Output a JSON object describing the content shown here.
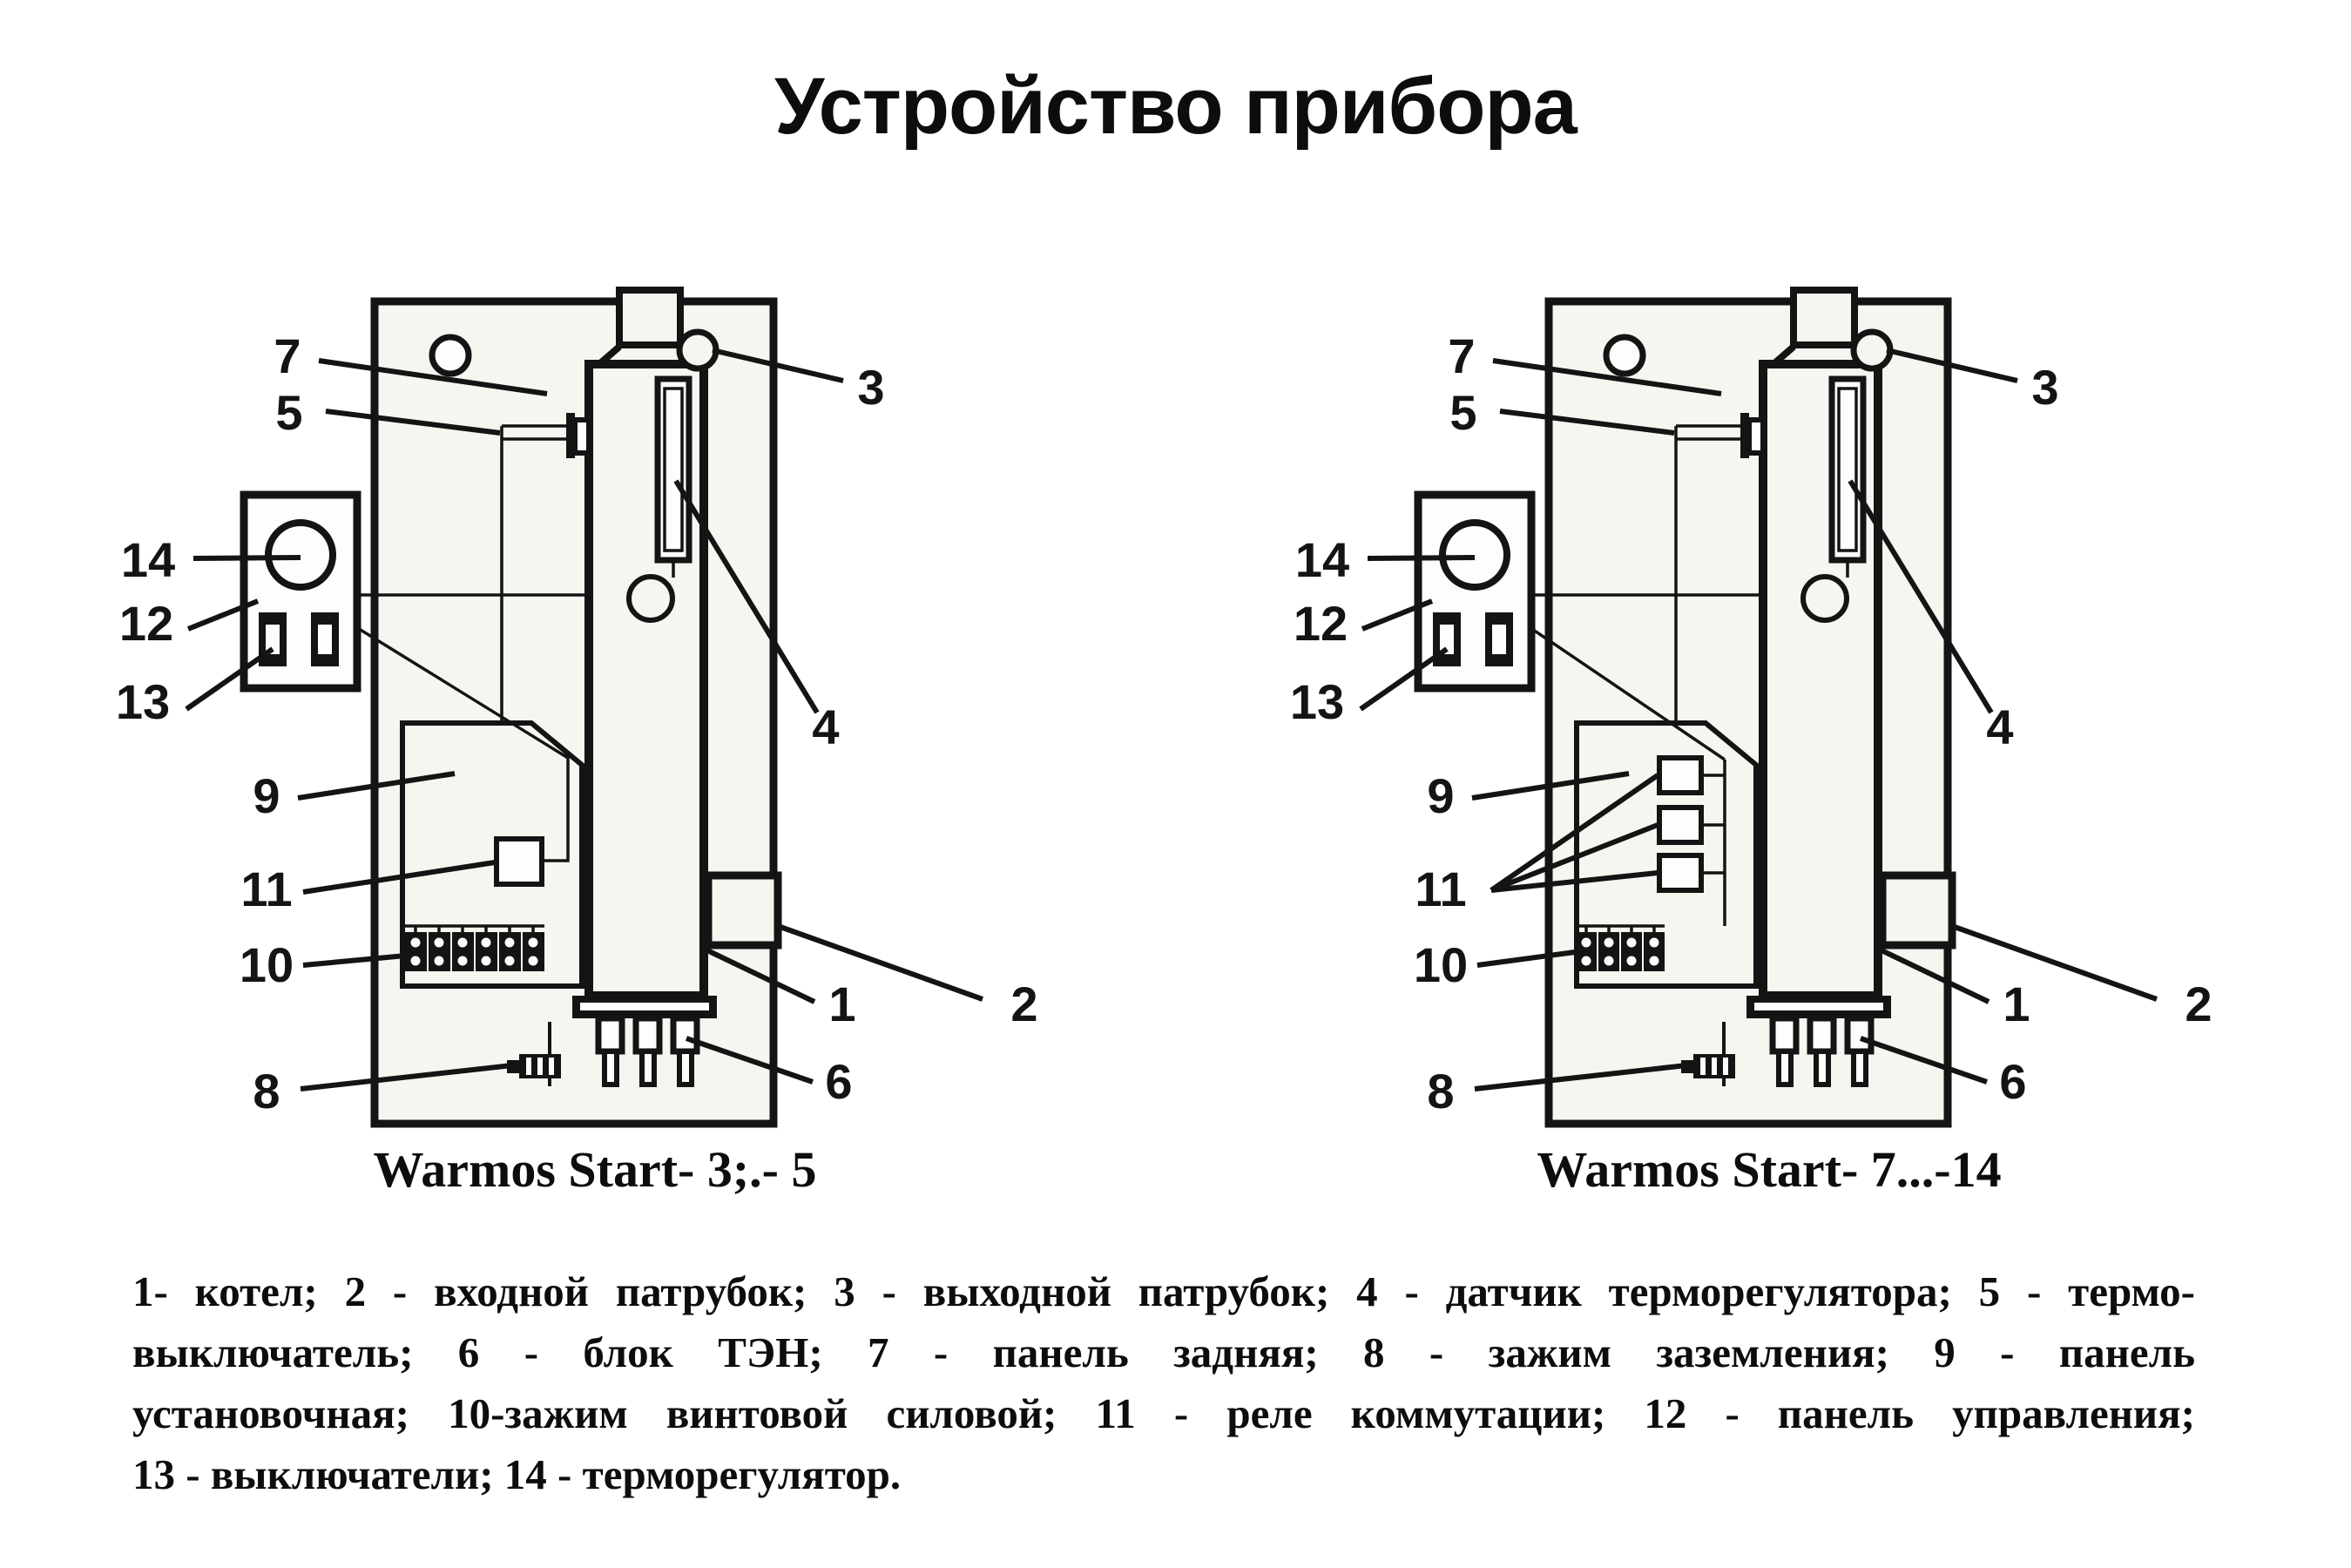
{
  "title": "Устройство прибора",
  "colors": {
    "ink": "#141414",
    "panel_fill": "#f7f5ef",
    "background": "#ffffff"
  },
  "diagrams": [
    {
      "id": "warmos-start-3-5",
      "caption": "Warmos Start- 3;.- 5",
      "callouts": {
        "c1": "1",
        "c2": "2",
        "c3": "3",
        "c4": "4",
        "c5": "5",
        "c6": "6",
        "c7": "7",
        "c8": "8",
        "c9": "9",
        "c10": "10",
        "c11": "11",
        "c12": "12",
        "c13": "13",
        "c14": "14"
      }
    },
    {
      "id": "warmos-start-7-14",
      "caption": "Warmos Start- 7...-14",
      "callouts": {
        "c1": "1",
        "c2": "2",
        "c3": "3",
        "c4": "4",
        "c5": "5",
        "c6": "6",
        "c7": "7",
        "c8": "8",
        "c9": "9",
        "c10": "10",
        "c11": "11",
        "c12": "12",
        "c13": "13",
        "c14": "14"
      }
    }
  ],
  "legend": {
    "lines": [
      "1- котел; 2 - входной патрубок; 3 - выходной патрубок; 4 - датчик терморегулятора; 5 - термо-",
      "выключатель; 6 - блок ТЭН; 7 - панель задняя; 8 - зажим заземления; 9 - панель",
      "установочная; 10-зажим винтовой силовой; 11 - реле коммутации; 12 - панель управления;",
      "13 - выключатели; 14 - терморегулятор."
    ]
  }
}
